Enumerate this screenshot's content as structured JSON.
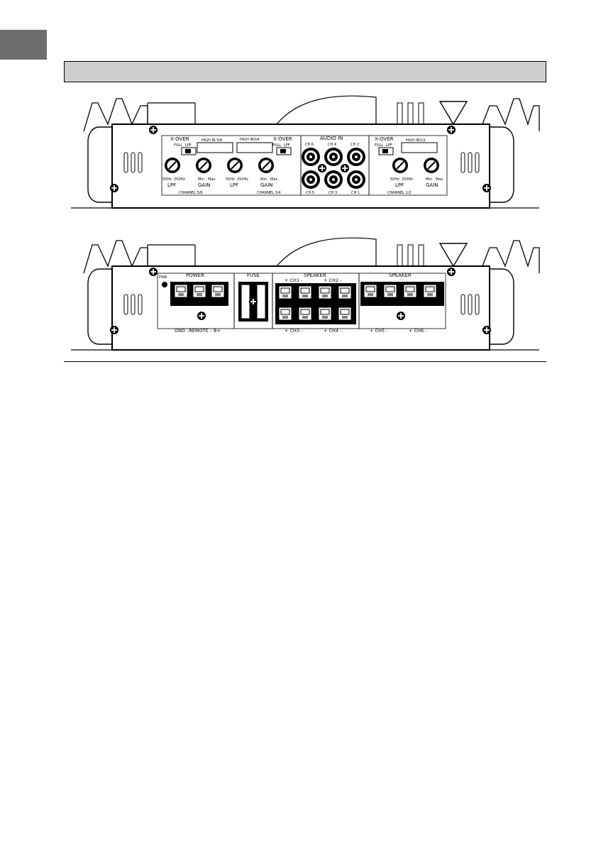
{
  "front_panel": {
    "ch56": {
      "xover": "X-OVER",
      "high_in": "HIGH IN 5/6",
      "full": "FULL",
      "lpf": "LPF",
      "hz50": "50Hz",
      "hz250": "250Hz",
      "lpf_label": "LPF",
      "min": "Min",
      "max": "Max",
      "gain": "GAIN",
      "channel": "CHANNEL 5/6"
    },
    "ch34": {
      "xover": "X-OVER",
      "high_in": "HIGH IN3/4",
      "full": "FULL",
      "lpf": "LPF",
      "hz50": "50Hz",
      "hz250": "250Hz",
      "lpf_label": "LPF",
      "min": "Min",
      "max": "Max",
      "gain": "GAIN",
      "channel": "CHANNEL 3/4"
    },
    "ch12": {
      "xover": "X-OVER",
      "high_in": "HIGH IN1/2",
      "full": "FULL",
      "lpf": "LPF",
      "hz50": "50Hz",
      "hz250": "250Hz",
      "lpf_label": "LPF",
      "min": "Min",
      "max": "Max",
      "gain": "GAIN",
      "channel": "CHANNEL 1/2"
    },
    "audio_in": {
      "title": "AUDIO IN",
      "ch6": "CH 6",
      "ch4": "CH 4",
      "ch2": "CH 2",
      "ch5": "CH 5",
      "ch3": "CH 3",
      "ch1": "CH 1"
    }
  },
  "rear_panel": {
    "pwr": "PWR",
    "power": "POWER",
    "power_terminals": "GND –REMOTE – B+",
    "fuse": "FUSE",
    "speaker_left": "SPEAKER",
    "ch1": "+ CH1 -",
    "ch2": "+ CH2 -",
    "ch3": "+ CH3 -",
    "ch4": "+ CH4 -",
    "speaker_right": "SPEAKER",
    "ch5": "+ CH5 -",
    "ch6": "+ CH6 -"
  }
}
